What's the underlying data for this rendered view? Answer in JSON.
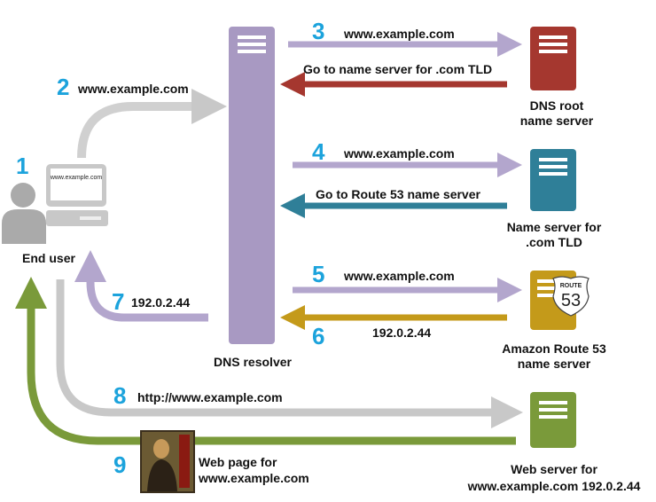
{
  "colors": {
    "resolver": "#a899c2",
    "root_server": "#a5372f",
    "tld_server": "#2f7f98",
    "route53_server": "#c49a1a",
    "web_server": "#7a9a3a",
    "request_arrow": "#b3a6cd",
    "gray_arrow": "#c8c8c8",
    "step_number": "#1ca3dc"
  },
  "end_user": {
    "step": "1",
    "label": "End user",
    "screen_text": "www.example.com"
  },
  "resolver": {
    "label": "DNS resolver"
  },
  "servers": {
    "root": {
      "line1": "DNS root",
      "line2": "name server"
    },
    "tld": {
      "line1": "Name server for",
      "line2": ".com TLD"
    },
    "route53": {
      "line1": "Amazon Route 53",
      "line2": "name server",
      "badge_top": "ROUTE",
      "badge_num": "53"
    },
    "web": {
      "line1": "Web server for",
      "line2": "www.example.com 192.0.2.44"
    }
  },
  "steps": {
    "s2": {
      "num": "2",
      "text": "www.example.com"
    },
    "s3": {
      "num": "3",
      "text": "www.example.com",
      "reply": "Go to name server for .com TLD"
    },
    "s4": {
      "num": "4",
      "text": "www.example.com",
      "reply": "Go to Route 53 name server"
    },
    "s5": {
      "num": "5",
      "text": "www.example.com"
    },
    "s6": {
      "num": "6",
      "text": "192.0.2.44"
    },
    "s7": {
      "num": "7",
      "text": "192.0.2.44"
    },
    "s8": {
      "num": "8",
      "text": "http://www.example.com"
    },
    "s9": {
      "num": "9",
      "line1": "Web page for",
      "line2": "www.example.com"
    }
  }
}
